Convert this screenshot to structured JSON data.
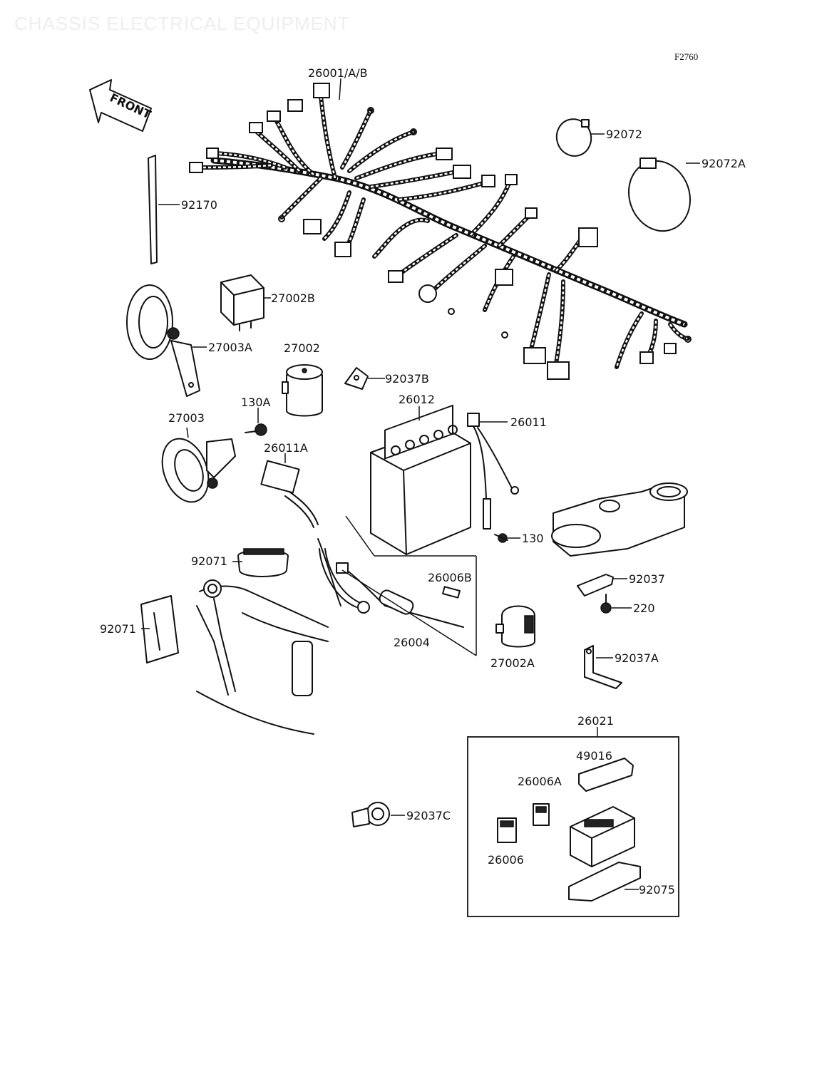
{
  "page": {
    "title": "CHASSIS ELECTRICAL EQUIPMENT",
    "figure_code": "F2760"
  },
  "labels": {
    "front": "FRONT",
    "p26001": "26001/A/B",
    "p92072": "92072",
    "p92072A": "92072A",
    "p92170": "92170",
    "p27002B": "27002B",
    "p27003A": "27003A",
    "p27002": "27002",
    "p92037B": "92037B",
    "p26012": "26012",
    "p26011": "26011",
    "p27003": "27003",
    "p130A": "130A",
    "p26011A": "26011A",
    "p130": "130",
    "p92071_top": "92071",
    "p26006B": "26006B",
    "p92037": "92037",
    "p220": "220",
    "p92071_left": "92071",
    "p26004": "26004",
    "p27002A": "27002A",
    "p92037A": "92037A",
    "p26021": "26021",
    "p49016": "49016",
    "p26006A": "26006A",
    "p92037C": "92037C",
    "p26006": "26006",
    "p92075": "92075"
  }
}
